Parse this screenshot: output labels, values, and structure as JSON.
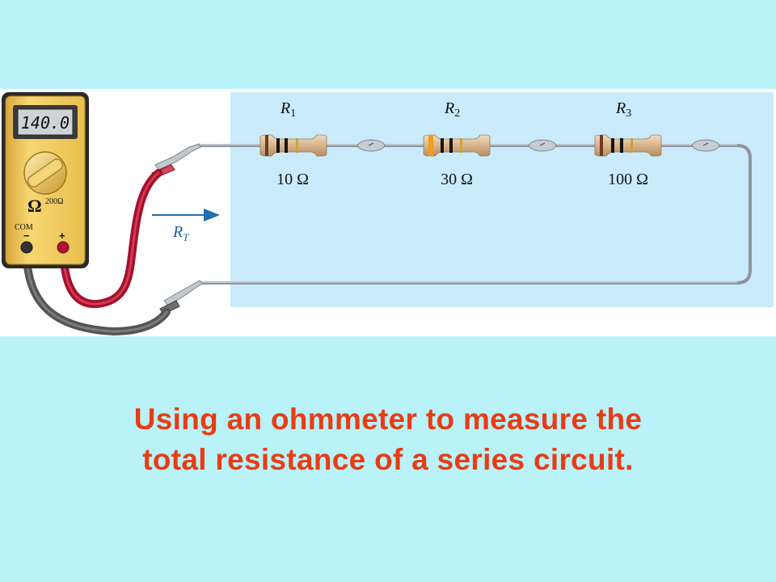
{
  "meter": {
    "display": "140.0",
    "range_label": "200Ω",
    "ohm_symbol": "Ω",
    "com_label": "COM",
    "minus_label": "−",
    "plus_label": "+"
  },
  "circuit": {
    "resistors": [
      {
        "name": "R",
        "sub": "1",
        "value": "10 Ω"
      },
      {
        "name": "R",
        "sub": "2",
        "value": "30 Ω"
      },
      {
        "name": "R",
        "sub": "3",
        "value": "100 Ω"
      }
    ],
    "total_label": {
      "name": "R",
      "sub": "T"
    }
  },
  "caption": {
    "line1": "Using an ohmmeter to measure the",
    "line2": "total resistance of a series circuit."
  },
  "colors": {
    "background": "#b9f2f8",
    "panel": "#c9ebfb",
    "caption": "#e83c14",
    "meter_body": "#f0cc60",
    "red_lead": "#b0102f",
    "black_lead": "#5a5a5a",
    "arrow": "#1f6fb0"
  }
}
